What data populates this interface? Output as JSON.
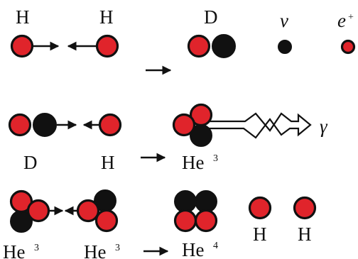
{
  "colors": {
    "proton": "#e0242b",
    "neutron": "#111111",
    "outline": "#111111",
    "background": "#ffffff"
  },
  "row1": {
    "left_label": "H",
    "right_label": "H",
    "product_label": "D",
    "neutrino_label": "v",
    "positron_label": "e",
    "positron_sup": "+"
  },
  "row2": {
    "left_label": "D",
    "right_label": "H",
    "product_label": "He",
    "product_sup": "3",
    "gamma_label": "γ"
  },
  "row3": {
    "left_label": "He",
    "left_sup": "3",
    "right_label": "He",
    "right_sup": "3",
    "product_label": "He",
    "product_sup": "4",
    "h1_label": "H",
    "h2_label": "H"
  }
}
